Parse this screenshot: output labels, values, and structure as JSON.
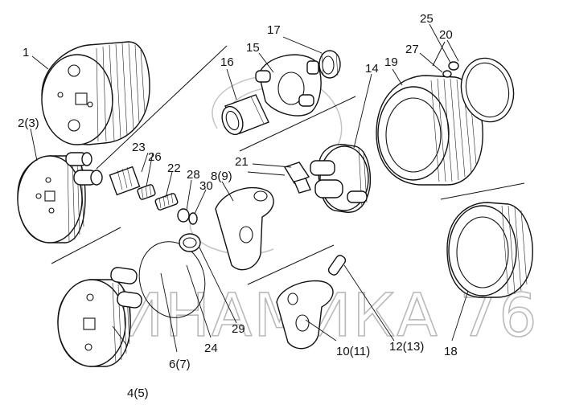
{
  "watermark": "ДИНАМИКА 76",
  "callouts": {
    "c1": "1",
    "c2": "2(3)",
    "c3": "4(5)",
    "c4": "6(7)",
    "c5": "8(9)",
    "c6": "10(11)",
    "c7": "12(13)",
    "c8": "14",
    "c9": "15",
    "c10": "16",
    "c11": "17",
    "c12": "18",
    "c13": "19",
    "c14": "20",
    "c15": "21",
    "c16": "22",
    "c17": "23",
    "c18": "24",
    "c19": "25",
    "c20": "26",
    "c21": "27",
    "c22": "28",
    "c23": "29",
    "c24": "30"
  }
}
